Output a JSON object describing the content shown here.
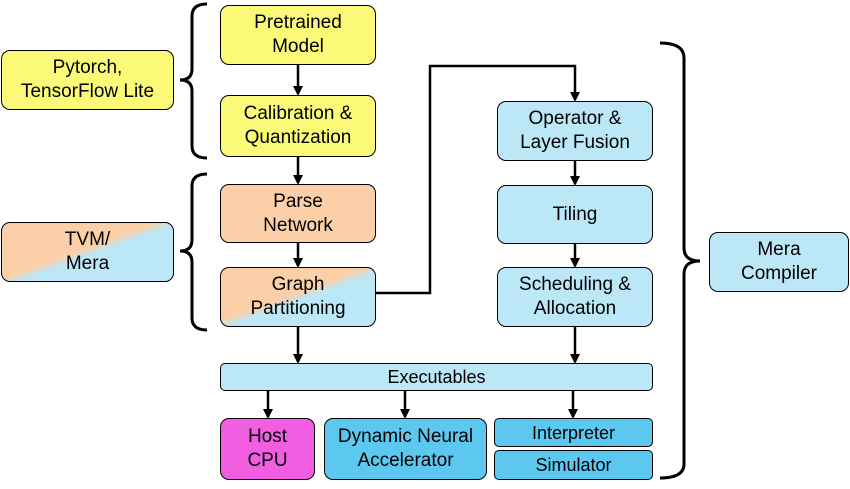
{
  "diagram": {
    "labels": {
      "frameworks": "Pytorch,\nTensorFlow Lite",
      "tvm_mera": "TVM/\nMera",
      "mera_compiler": "Mera\nCompiler"
    },
    "pipeline": {
      "pretrained_model": "Pretrained\nModel",
      "calibration_quantization": "Calibration &\nQuantization",
      "parse_network": "Parse\nNetwork",
      "graph_partitioning": "Graph\nPartitioning"
    },
    "compiler": {
      "operator_layer_fusion": "Operator &\nLayer Fusion",
      "tiling": "Tiling",
      "scheduling_allocation": "Scheduling &\nAllocation"
    },
    "executables": "Executables",
    "targets": {
      "host_cpu": "Host\nCPU",
      "dna": "Dynamic Neural\nAccelerator",
      "interpreter": "Interpreter",
      "simulator": "Simulator"
    },
    "colors": {
      "yellow": "#fafa78",
      "peach": "#fbd0a8",
      "light_blue": "#bce7f7",
      "blue": "#5cc8ef",
      "magenta": "#f25ee2"
    }
  }
}
